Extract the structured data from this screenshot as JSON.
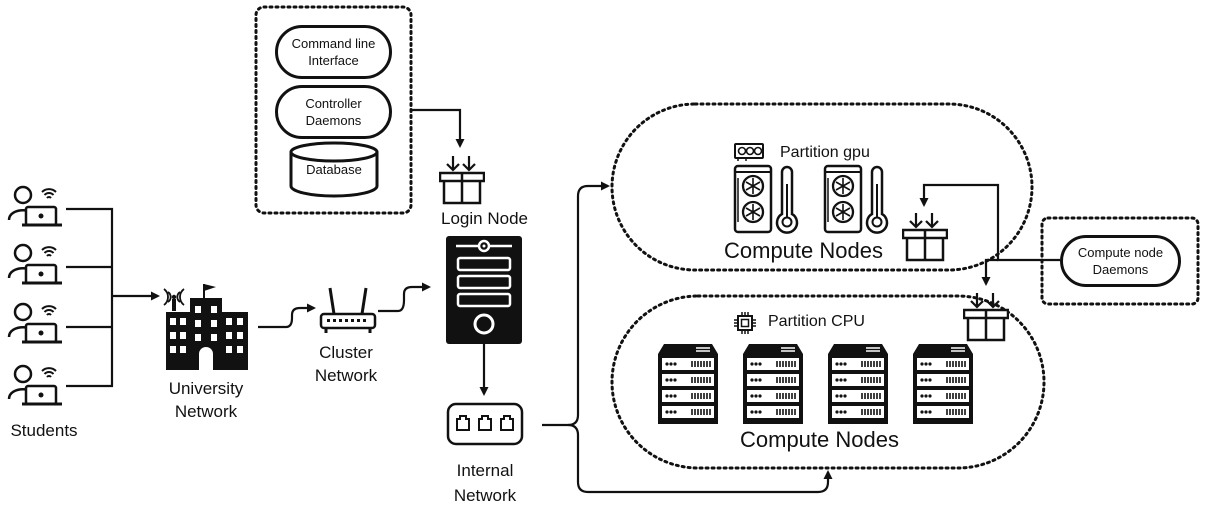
{
  "students": {
    "label": "Students"
  },
  "university": {
    "label": "University\nNetwork"
  },
  "cluster": {
    "label": "Cluster\nNetwork"
  },
  "login": {
    "label": "Login Node"
  },
  "internal": {
    "label": "Internal\nNetwork"
  },
  "services": {
    "cli": "Command line\nInterface",
    "controller": "Controller\nDaemons",
    "database": "Database"
  },
  "partition_gpu": {
    "title": "Partition gpu",
    "nodes_label": "Compute Nodes"
  },
  "partition_cpu": {
    "title": "Partition CPU",
    "nodes_label": "Compute Nodes"
  },
  "compute_daemons": {
    "label": "Compute node\nDaemons"
  },
  "icons": {
    "student": "student-laptop-icon",
    "university": "university-building-icon",
    "router": "wifi-router-icon",
    "server": "server-tower-icon",
    "switch": "network-switch-icon",
    "gpu": "gpu-card-icon",
    "thermometer": "thermometer-icon",
    "cpu": "cpu-chip-icon",
    "rack": "server-rack-icon",
    "package": "package-box-icon"
  }
}
